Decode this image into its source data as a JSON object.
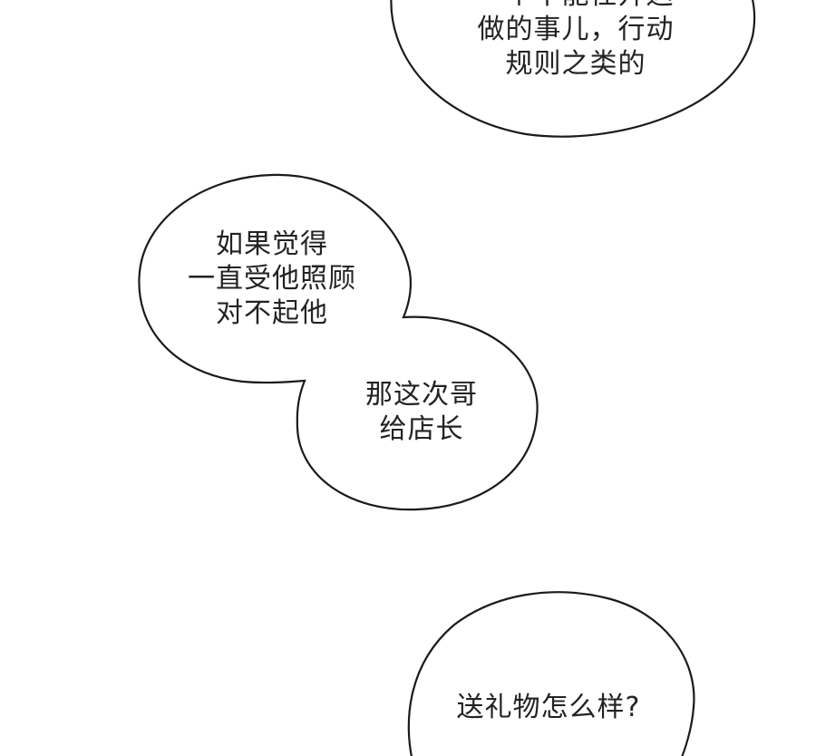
{
  "bubbles": [
    {
      "id": "top-right",
      "lines": [
        "一个不能任开运",
        "做的事儿，行动",
        "规则之类的"
      ]
    },
    {
      "id": "middle-left",
      "lines": [
        "如果觉得",
        "一直受他照顾",
        "对不起他"
      ]
    },
    {
      "id": "middle-right",
      "lines": [
        "那这次哥",
        "给店长"
      ]
    },
    {
      "id": "bottom-right",
      "lines": [
        "送礼物怎么样?"
      ]
    }
  ]
}
